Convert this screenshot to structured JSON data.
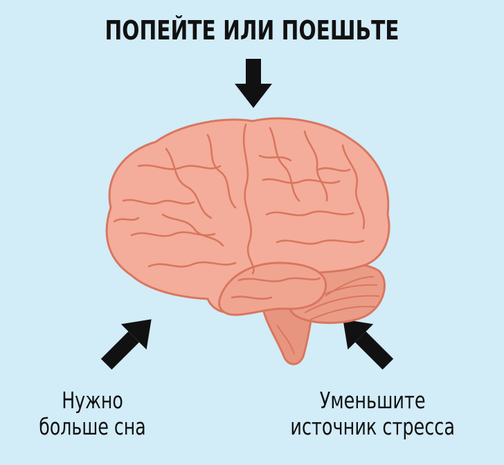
{
  "top_text": "ПОПЕЙТЕ ИЛИ ПОЕШЬТЕ",
  "left_text": {
    "line1": "Нужно",
    "line2": "больше сна"
  },
  "right_text": {
    "line1": "Уменьшите",
    "line2": "источник стресса"
  },
  "colors": {
    "background": "#d2ecf8",
    "brain_fill": "#f4ad9a",
    "brain_outline": "#d9765f",
    "text": "#111111"
  },
  "icons": [
    "arrow-down-icon",
    "arrow-up-right-icon",
    "arrow-up-left-icon",
    "brain-icon"
  ]
}
